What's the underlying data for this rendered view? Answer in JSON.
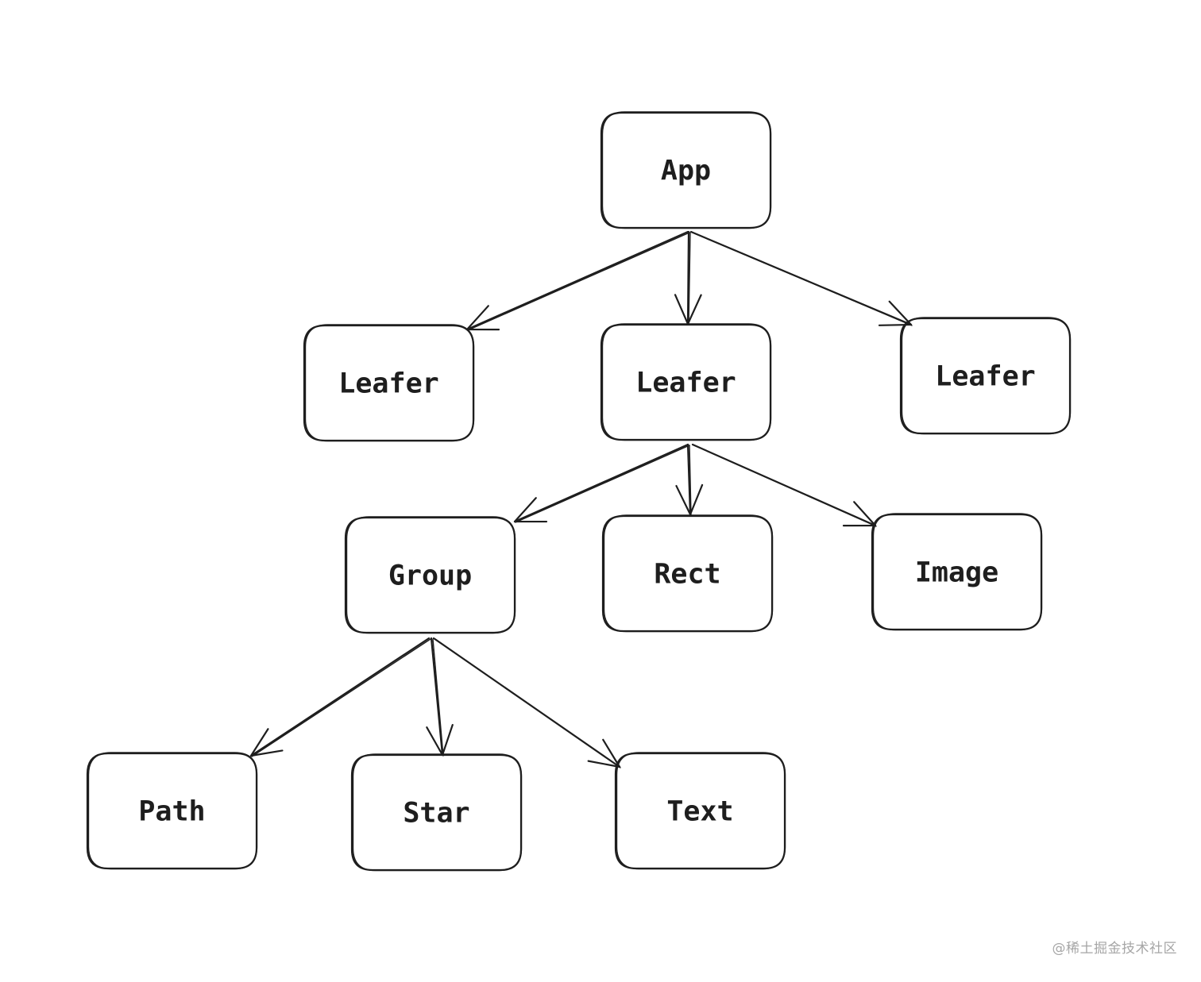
{
  "nodes": [
    {
      "id": "app",
      "label": "App"
    },
    {
      "id": "leafer-1",
      "label": "Leafer"
    },
    {
      "id": "leafer-2",
      "label": "Leafer"
    },
    {
      "id": "leafer-3",
      "label": "Leafer"
    },
    {
      "id": "group",
      "label": "Group"
    },
    {
      "id": "rect",
      "label": "Rect"
    },
    {
      "id": "image",
      "label": "Image"
    },
    {
      "id": "path",
      "label": "Path"
    },
    {
      "id": "star",
      "label": "Star"
    },
    {
      "id": "text",
      "label": "Text"
    }
  ],
  "edges": [
    {
      "from": "app",
      "to": "leafer-1"
    },
    {
      "from": "app",
      "to": "leafer-2"
    },
    {
      "from": "app",
      "to": "leafer-3"
    },
    {
      "from": "leafer-2",
      "to": "group"
    },
    {
      "from": "leafer-2",
      "to": "rect"
    },
    {
      "from": "leafer-2",
      "to": "image"
    },
    {
      "from": "group",
      "to": "path"
    },
    {
      "from": "group",
      "to": "star"
    },
    {
      "from": "group",
      "to": "text"
    }
  ],
  "watermark": "@稀土掘金技术社区",
  "colors": {
    "stroke": "#1e1e1e",
    "background": "#ffffff",
    "watermark": "#a6a6a6"
  }
}
